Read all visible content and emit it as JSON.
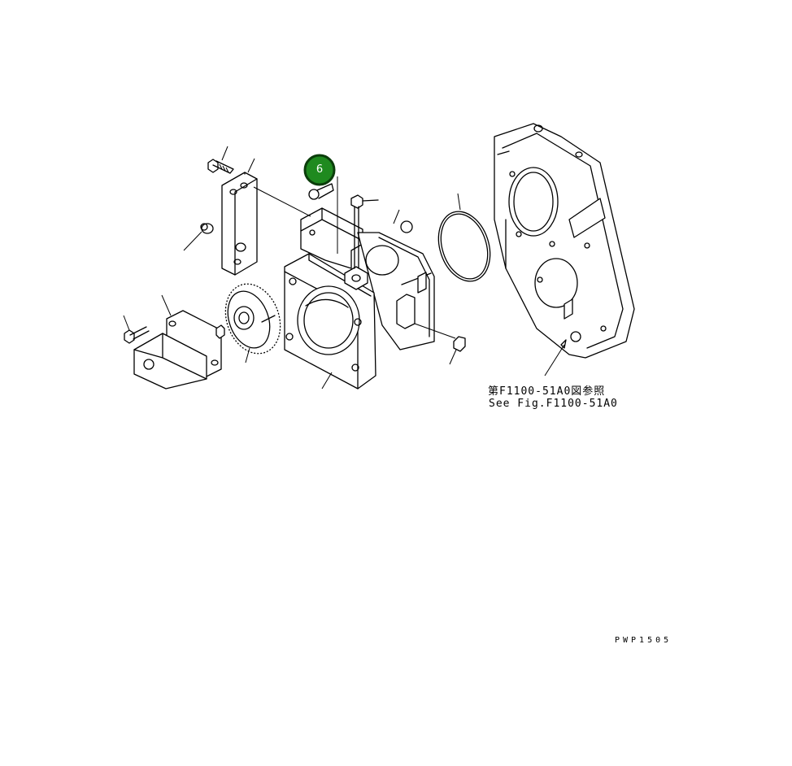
{
  "callout": {
    "number": "6",
    "fill": "#1f8a1f",
    "ring": "#0b3d0b"
  },
  "reference": {
    "japanese": "第F1100-51A0図参照",
    "english": "See Fig.F1100-51A0"
  },
  "drawing_code": "PWP1505"
}
